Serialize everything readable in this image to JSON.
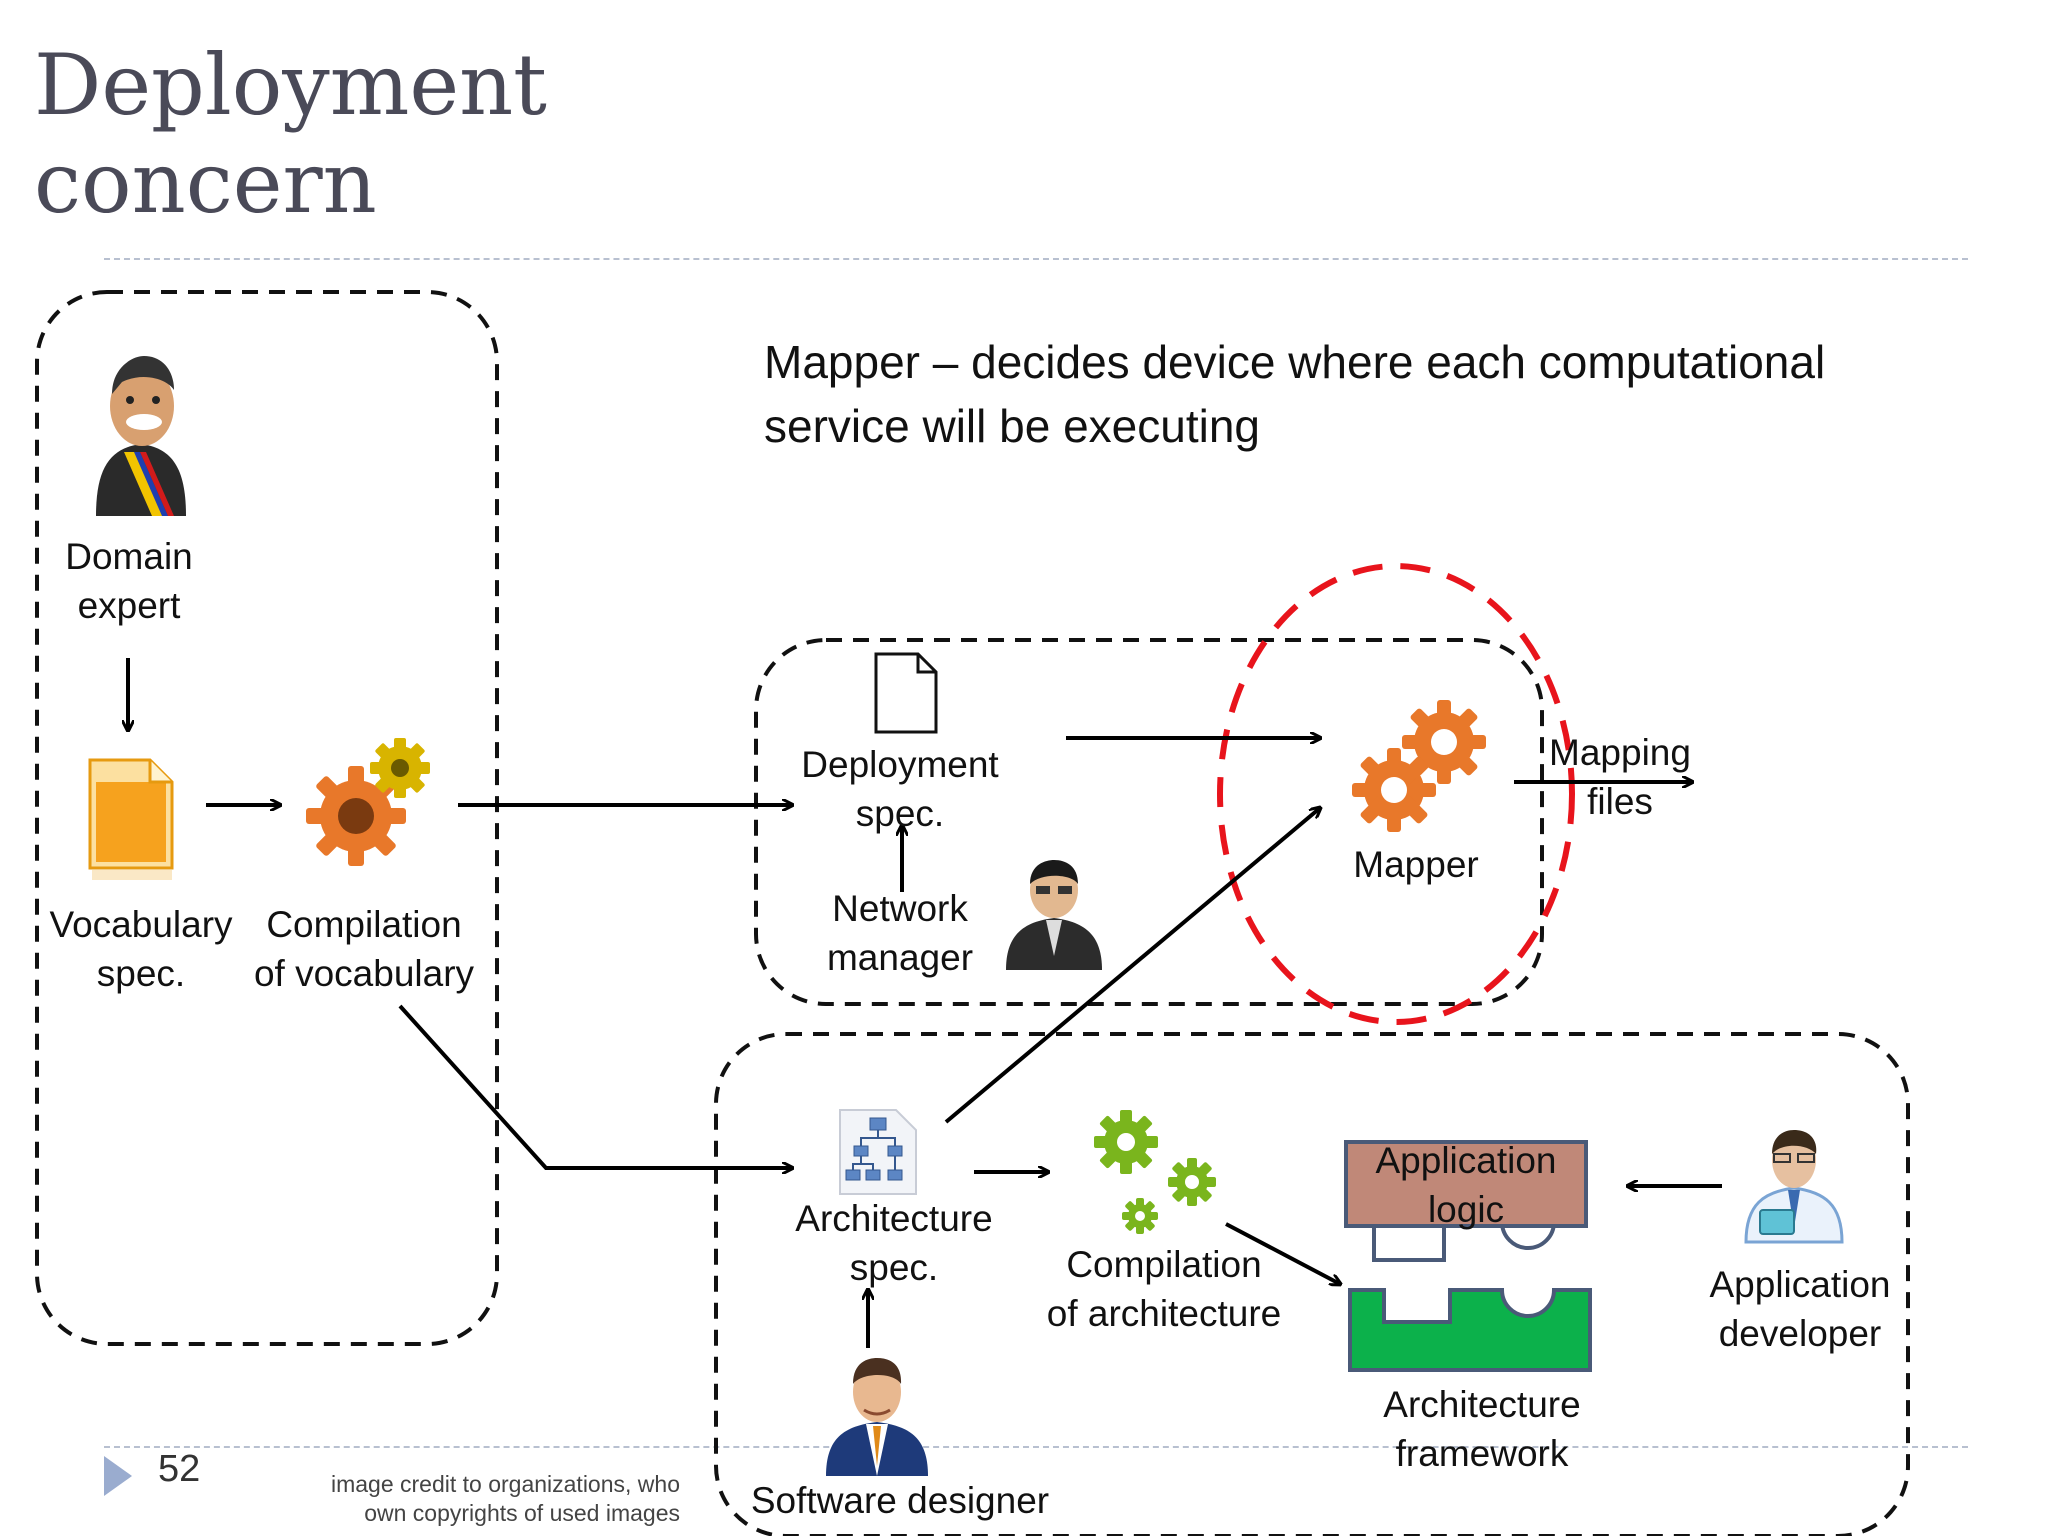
{
  "slide": {
    "title_line1": "Deployment",
    "title_line2": "concern",
    "page_number": "52",
    "credit_line1": "image credit to organizations, who",
    "credit_line2": "own copyrights of used images"
  },
  "mapper_description": {
    "line1": "Mapper – decides device where each computational",
    "line2": "service will be executing"
  },
  "nodes": {
    "domain_expert": {
      "line1": "Domain",
      "line2": "expert"
    },
    "vocabulary_spec": {
      "line1": "Vocabulary",
      "line2": "spec."
    },
    "compilation_vocabulary": {
      "line1": "Compilation",
      "line2": "of  vocabulary"
    },
    "deployment_spec": {
      "line1": "Deployment",
      "line2": "spec."
    },
    "network_manager": {
      "line1": "Network",
      "line2": "manager"
    },
    "mapper": {
      "label": "Mapper"
    },
    "mapping_files": {
      "line1": "Mapping",
      "line2": "files"
    },
    "architecture_spec": {
      "line1": "Architecture",
      "line2": "spec."
    },
    "compilation_architecture": {
      "line1": "Compilation",
      "line2": "of architecture"
    },
    "application_logic": {
      "line1": "Application",
      "line2": "logic"
    },
    "architecture_framework": {
      "line1": "Architecture",
      "line2": "framework"
    },
    "application_developer": {
      "line1": "Application",
      "line2": "developer"
    },
    "software_designer": {
      "label": "Software  designer"
    }
  },
  "colors": {
    "highlight_ellipse": "#e8141c",
    "gear_orange": "#e8782a",
    "gear_green": "#7ab51d",
    "app_logic_fill": "#c08878",
    "framework_fill": "#0cb14b",
    "doc_orange": "#f6a21e"
  }
}
